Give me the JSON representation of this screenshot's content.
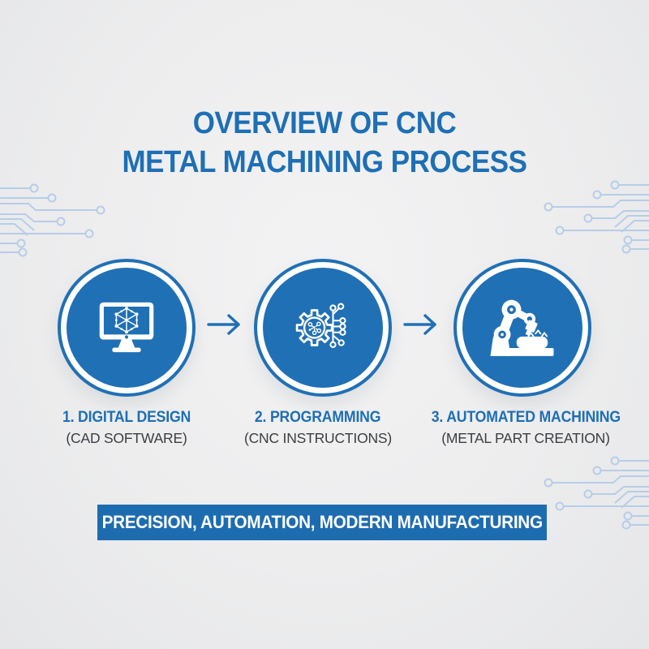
{
  "title": {
    "line1": "OVERVIEW OF CNC",
    "line2": "METAL MACHINING PROCESS"
  },
  "steps": [
    {
      "label": "1. DIGITAL DESIGN",
      "sublabel": "(CAD SOFTWARE)",
      "icon": "monitor-3d-cube-icon"
    },
    {
      "label": "2. PROGRAMMING",
      "sublabel": "(CNC INSTRUCTIONS)",
      "icon": "gear-circuit-icon"
    },
    {
      "label": "3. AUTOMATED MACHINING",
      "sublabel": "(METAL PART CREATION)",
      "icon": "robot-arm-icon"
    }
  ],
  "banner": {
    "text": "PRECISION, AUTOMATION, MODERN MANUFACTURING"
  },
  "arrows": {
    "icon": "right-arrow-icon",
    "count": 2
  },
  "decorations": {
    "motifs": [
      "circuit-traces-left",
      "circuit-traces-right-top",
      "circuit-traces-right-bottom"
    ]
  },
  "colors": {
    "accent_blue": "#2070b5",
    "title_blue": "#1e6fb4",
    "banner_blue": "#1e6cb0",
    "circuit_trace": "#b7cde8",
    "label_dark": "#3b3e42",
    "background": "#ededee",
    "icon_white": "#ffffff"
  }
}
